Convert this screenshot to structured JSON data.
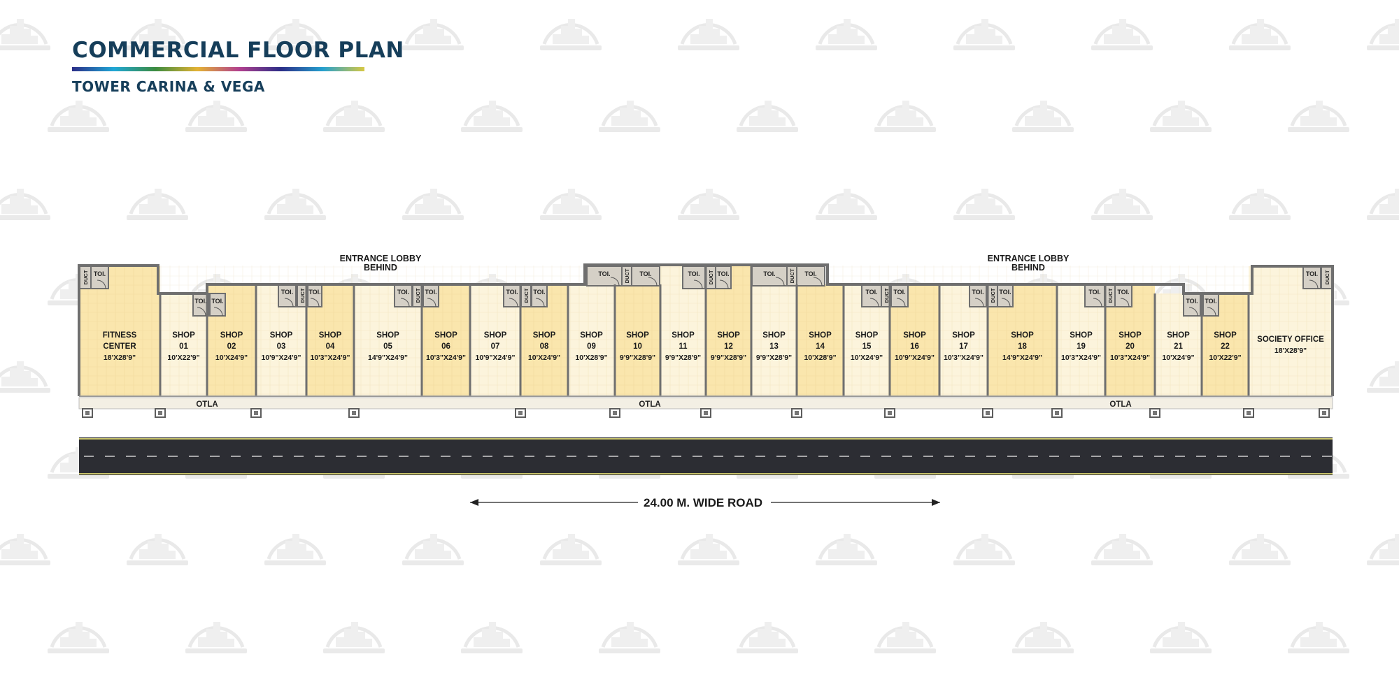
{
  "header": {
    "title": "COMMERCIAL FLOOR PLAN",
    "subtitle": "TOWER CARINA & VEGA"
  },
  "labels": {
    "lobby_left_line1": "ENTRANCE LOBBY",
    "lobby_left_line2": "BEHIND",
    "lobby_right_line1": "ENTRANCE LOBBY",
    "lobby_right_line2": "BEHIND",
    "otla": "OTLA",
    "toilet": "TOI.",
    "duct": "DUCT",
    "road": "24.00 M. WIDE ROAD"
  },
  "colors": {
    "wall": "#6f6f6f",
    "shop_light": "#fcf4dc",
    "shop_dark": "#fae6ad",
    "toilet": "#d5d0c6",
    "road": "#2c2d33",
    "title": "#163e5a"
  },
  "units": [
    {
      "lines": [
        "FITNESS",
        "CENTER",
        "18'X28'9\""
      ],
      "shade": "dark"
    },
    {
      "lines": [
        "SHOP",
        "01",
        "10'X22'9\""
      ],
      "shade": "light"
    },
    {
      "lines": [
        "SHOP",
        "02",
        "10'X24'9\""
      ],
      "shade": "dark"
    },
    {
      "lines": [
        "SHOP",
        "03",
        "10'9\"X24'9\""
      ],
      "shade": "light"
    },
    {
      "lines": [
        "SHOP",
        "04",
        "10'3\"X24'9\""
      ],
      "shade": "dark"
    },
    {
      "lines": [
        "SHOP",
        "05",
        "14'9\"X24'9\""
      ],
      "shade": "light"
    },
    {
      "lines": [
        "SHOP",
        "06",
        "10'3\"X24'9\""
      ],
      "shade": "dark"
    },
    {
      "lines": [
        "SHOP",
        "07",
        "10'9\"X24'9\""
      ],
      "shade": "light"
    },
    {
      "lines": [
        "SHOP",
        "08",
        "10'X24'9\""
      ],
      "shade": "dark"
    },
    {
      "lines": [
        "SHOP",
        "09",
        "10'X28'9\""
      ],
      "shade": "light"
    },
    {
      "lines": [
        "SHOP",
        "10",
        "9'9\"X28'9\""
      ],
      "shade": "dark"
    },
    {
      "lines": [
        "SHOP",
        "11",
        "9'9\"X28'9\""
      ],
      "shade": "light"
    },
    {
      "lines": [
        "SHOP",
        "12",
        "9'9\"X28'9\""
      ],
      "shade": "dark"
    },
    {
      "lines": [
        "SHOP",
        "13",
        "9'9\"X28'9\""
      ],
      "shade": "light"
    },
    {
      "lines": [
        "SHOP",
        "14",
        "10'X28'9\""
      ],
      "shade": "dark"
    },
    {
      "lines": [
        "SHOP",
        "15",
        "10'X24'9\""
      ],
      "shade": "light"
    },
    {
      "lines": [
        "SHOP",
        "16",
        "10'9\"X24'9\""
      ],
      "shade": "dark"
    },
    {
      "lines": [
        "SHOP",
        "17",
        "10'3\"X24'9\""
      ],
      "shade": "light"
    },
    {
      "lines": [
        "SHOP",
        "18",
        "14'9\"X24'9\""
      ],
      "shade": "dark"
    },
    {
      "lines": [
        "SHOP",
        "19",
        "10'3\"X24'9\""
      ],
      "shade": "light"
    },
    {
      "lines": [
        "SHOP",
        "20",
        "10'3\"X24'9\""
      ],
      "shade": "dark"
    },
    {
      "lines": [
        "SHOP",
        "21",
        "10'X24'9\""
      ],
      "shade": "light"
    },
    {
      "lines": [
        "SHOP",
        "22",
        "10'X22'9\""
      ],
      "shade": "dark"
    },
    {
      "lines": [
        "SOCIETY OFFICE",
        "18'X28'9\""
      ],
      "shade": "light"
    }
  ]
}
